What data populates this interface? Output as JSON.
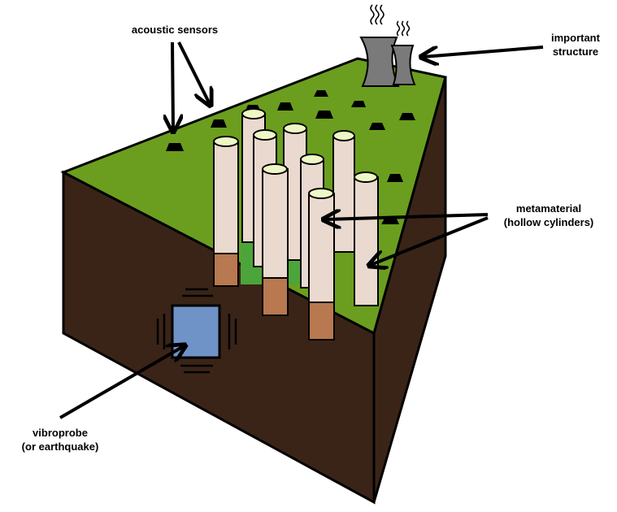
{
  "labels": {
    "acoustic_sensors": "acoustic sensors",
    "important_structure_line1": "important",
    "important_structure_line2": "structure",
    "metamaterial_line1": "metamaterial",
    "metamaterial_line2": "(hollow cylinders)",
    "vibroprobe_line1": "vibroprobe",
    "vibroprobe_line2": "(or earthquake)"
  },
  "colors": {
    "grass": "#6b9e1e",
    "soil": "#3a2418",
    "cylinder": "#ead9cf",
    "cylinder_top": "#eef7c6",
    "cylinder_root": "#b87850",
    "probe": "#6f93c7",
    "building": "#7a7a7a",
    "ink": "#000000"
  },
  "icons": [
    "sensor-icon",
    "cooling-tower-icon",
    "smoke-icon",
    "vibration-icon",
    "arrow-icon"
  ]
}
